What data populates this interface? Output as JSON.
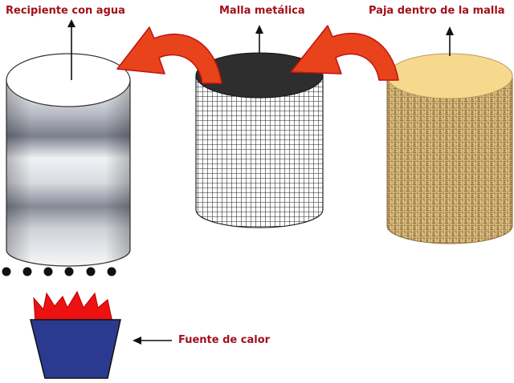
{
  "labels": {
    "water_container": "Recipiente con agua",
    "metal_mesh": "Malla metálica",
    "straw_in_mesh": "Paja dentro de la malla",
    "heat_source": "Fuente de calor"
  },
  "colors": {
    "label_text": "#a3101a",
    "curved_arrow": "#e8431b",
    "curved_arrow_outline": "#c01212",
    "flame": "#ee1111",
    "heat_pot": "#2b3a8f",
    "mesh_top": "#2e2e2e",
    "straw_top": "#f7d98e",
    "straw_body": "#c8a96a"
  },
  "icons": [
    "up-arrow-icon",
    "curved-arrow-icon",
    "left-arrow-icon",
    "flame-icon"
  ]
}
